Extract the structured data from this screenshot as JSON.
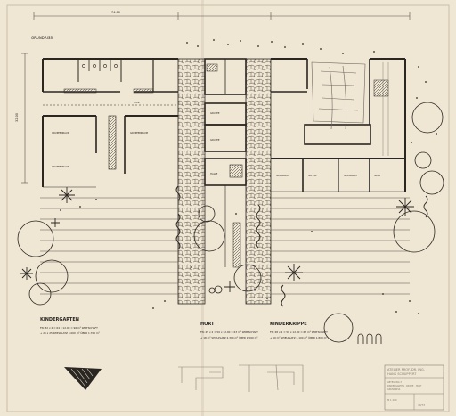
{
  "sheet": {
    "title_top": "GRUNDRISS",
    "dimension_width": "74.00",
    "dimension_height": "32.00"
  },
  "sections": {
    "kindergarten": {
      "title": "KINDERGARTEN",
      "line1": "FN: 32 x 2 = 64 x 12.00 = 96 m² WIRTSCHAFT",
      "line2": "+ 25 x 25 SPIELPLATZ 3.000 m² ÜBER 1.700 m²"
    },
    "hort": {
      "title": "HORT",
      "line1": "FN: 25 x 2 = 50 x 12.00 = 63 m² WIRTSCHAFT",
      "line2": "+ 18 m² SPIELPLATZ 2.300 m² ÜBER 1.560 m²"
    },
    "kinderkrippe": {
      "title": "KINDERKRIPPE",
      "line1": "FN: 28 x 2 = 56 x 12.00 = 67 m² WIRTSCHAFT",
      "line2": "+ 50 m² SPIELPLATZ 2.100 m² ÜBER 1.800 m²"
    }
  },
  "title_block": {
    "office_line1": "ATELIER PROF. DR. ING.",
    "office_line2": "HANS SCHUPPERT",
    "project_line1": "ABTEILUNG 3",
    "project_line2": "KINDERGARTEN · KRIPPE · HORT",
    "project_line3": "GRUNDRISS",
    "scale": "M 1:100",
    "sheet_no": "40/73"
  }
}
